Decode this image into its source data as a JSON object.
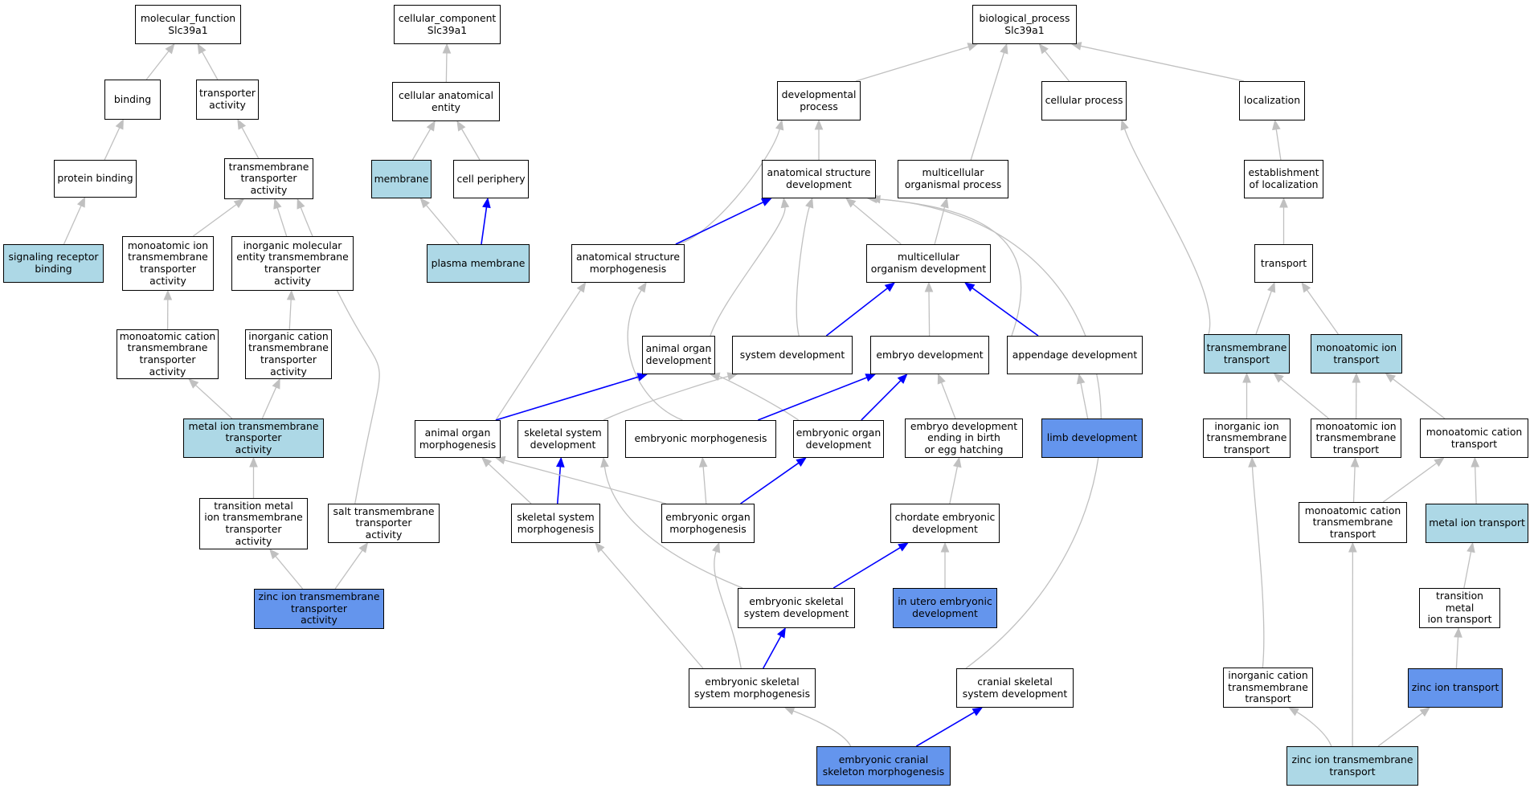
{
  "colors": {
    "none": "#ffffff",
    "light": "#add8e6",
    "dark": "#6495ed",
    "edge_gray": "#c0c0c0",
    "edge_blue": "#0000ff"
  },
  "nodes": {
    "mf_root": {
      "label": "molecular_function\nSlc39a1",
      "color": "none"
    },
    "binding": {
      "label": "binding",
      "color": "none"
    },
    "transporter_activity": {
      "label": "transporter\nactivity",
      "color": "none"
    },
    "protein_binding": {
      "label": "protein binding",
      "color": "none"
    },
    "tm_transporter_activity": {
      "label": "transmembrane\ntransporter\nactivity",
      "color": "none"
    },
    "signaling_receptor_binding": {
      "label": "signaling receptor\nbinding",
      "color": "light"
    },
    "monoatomic_ion_tta": {
      "label": "monoatomic ion\ntransmembrane\ntransporter\nactivity",
      "color": "none"
    },
    "inorganic_molecular_tta": {
      "label": "inorganic molecular\nentity transmembrane\ntransporter\nactivity",
      "color": "none"
    },
    "monoatomic_cation_tta": {
      "label": "monoatomic cation\ntransmembrane\ntransporter\nactivity",
      "color": "none"
    },
    "inorganic_cation_tta": {
      "label": "inorganic cation\ntransmembrane\ntransporter\nactivity",
      "color": "none"
    },
    "metal_ion_tta": {
      "label": "metal ion transmembrane\ntransporter\nactivity",
      "color": "light"
    },
    "transition_metal_tta": {
      "label": "transition metal\nion transmembrane\ntransporter\nactivity",
      "color": "none"
    },
    "salt_tta": {
      "label": "salt transmembrane\ntransporter\nactivity",
      "color": "none"
    },
    "zinc_ion_tta": {
      "label": "zinc ion transmembrane\ntransporter\nactivity",
      "color": "dark"
    },
    "cc_root": {
      "label": "cellular_component\nSlc39a1",
      "color": "none"
    },
    "cellular_anatomical_entity": {
      "label": "cellular anatomical\nentity",
      "color": "none"
    },
    "membrane": {
      "label": "membrane",
      "color": "light"
    },
    "cell_periphery": {
      "label": "cell periphery",
      "color": "none"
    },
    "plasma_membrane": {
      "label": "plasma membrane",
      "color": "light"
    },
    "bp_root": {
      "label": "biological_process\nSlc39a1",
      "color": "none"
    },
    "developmental_process": {
      "label": "developmental\nprocess",
      "color": "none"
    },
    "cellular_process": {
      "label": "cellular process",
      "color": "none"
    },
    "localization": {
      "label": "localization",
      "color": "none"
    },
    "anatomical_structure_development": {
      "label": "anatomical structure\ndevelopment",
      "color": "none"
    },
    "multicellular_organismal_process": {
      "label": "multicellular\norganismal process",
      "color": "none"
    },
    "establishment_of_localization": {
      "label": "establishment\nof localization",
      "color": "none"
    },
    "anatomical_structure_morphogenesis": {
      "label": "anatomical structure\nmorphogenesis",
      "color": "none"
    },
    "multicellular_organism_development": {
      "label": "multicellular\norganism development",
      "color": "none"
    },
    "transport": {
      "label": "transport",
      "color": "none"
    },
    "animal_organ_development": {
      "label": "animal organ\ndevelopment",
      "color": "none"
    },
    "system_development": {
      "label": "system development",
      "color": "none"
    },
    "embryo_development": {
      "label": "embryo development",
      "color": "none"
    },
    "appendage_development": {
      "label": "appendage development",
      "color": "none"
    },
    "transmembrane_transport": {
      "label": "transmembrane\ntransport",
      "color": "light"
    },
    "monoatomic_ion_transport": {
      "label": "monoatomic ion\ntransport",
      "color": "light"
    },
    "animal_organ_morphogenesis": {
      "label": "animal organ\nmorphogenesis",
      "color": "none"
    },
    "skeletal_system_development": {
      "label": "skeletal system\ndevelopment",
      "color": "none"
    },
    "embryonic_morphogenesis": {
      "label": "embryonic morphogenesis",
      "color": "none"
    },
    "embryonic_organ_development": {
      "label": "embryonic organ\ndevelopment",
      "color": "none"
    },
    "embryo_dev_ending_birth": {
      "label": "embryo development\nending in birth\nor egg hatching",
      "color": "none"
    },
    "limb_development": {
      "label": "limb development",
      "color": "dark"
    },
    "inorganic_ion_tm_transport": {
      "label": "inorganic ion\ntransmembrane\ntransport",
      "color": "none"
    },
    "monoatomic_ion_tm_transport": {
      "label": "monoatomic ion\ntransmembrane\ntransport",
      "color": "none"
    },
    "monoatomic_cation_transport": {
      "label": "monoatomic cation\ntransport",
      "color": "none"
    },
    "skeletal_system_morphogenesis": {
      "label": "skeletal system\nmorphogenesis",
      "color": "none"
    },
    "embryonic_organ_morphogenesis": {
      "label": "embryonic organ\nmorphogenesis",
      "color": "none"
    },
    "chordate_embryonic_development": {
      "label": "chordate embryonic\ndevelopment",
      "color": "none"
    },
    "monoatomic_cation_tm_transport": {
      "label": "monoatomic cation\ntransmembrane\ntransport",
      "color": "none"
    },
    "metal_ion_transport": {
      "label": "metal ion transport",
      "color": "light"
    },
    "embryonic_skeletal_system_development": {
      "label": "embryonic skeletal\nsystem development",
      "color": "none"
    },
    "in_utero_embryonic_development": {
      "label": "in utero embryonic\ndevelopment",
      "color": "dark"
    },
    "transition_metal_ion_transport": {
      "label": "transition metal\nion transport",
      "color": "none"
    },
    "embryonic_skeletal_system_morphogenesis": {
      "label": "embryonic skeletal\nsystem morphogenesis",
      "color": "none"
    },
    "cranial_skeletal_system_development": {
      "label": "cranial skeletal\nsystem development",
      "color": "none"
    },
    "inorganic_cation_tm_transport": {
      "label": "inorganic cation\ntransmembrane\ntransport",
      "color": "none"
    },
    "zinc_ion_transport": {
      "label": "zinc ion transport",
      "color": "dark"
    },
    "embryonic_cranial_skeleton_morphogenesis": {
      "label": "embryonic cranial\nskeleton morphogenesis",
      "color": "dark"
    },
    "zinc_ion_tm_transport": {
      "label": "zinc ion transmembrane\ntransport",
      "color": "light"
    }
  },
  "edges": [
    {
      "from": "binding",
      "to": "mf_root",
      "color": "gray"
    },
    {
      "from": "transporter_activity",
      "to": "mf_root",
      "color": "gray"
    },
    {
      "from": "protein_binding",
      "to": "binding",
      "color": "gray"
    },
    {
      "from": "tm_transporter_activity",
      "to": "transporter_activity",
      "color": "gray"
    },
    {
      "from": "signaling_receptor_binding",
      "to": "protein_binding",
      "color": "gray"
    },
    {
      "from": "monoatomic_ion_tta",
      "to": "tm_transporter_activity",
      "color": "gray"
    },
    {
      "from": "inorganic_molecular_tta",
      "to": "tm_transporter_activity",
      "color": "gray"
    },
    {
      "from": "monoatomic_cation_tta",
      "to": "monoatomic_ion_tta",
      "color": "gray"
    },
    {
      "from": "inorganic_cation_tta",
      "to": "inorganic_molecular_tta",
      "color": "gray"
    },
    {
      "from": "metal_ion_tta",
      "to": "monoatomic_cation_tta",
      "color": "gray"
    },
    {
      "from": "metal_ion_tta",
      "to": "inorganic_cation_tta",
      "color": "gray"
    },
    {
      "from": "transition_metal_tta",
      "to": "metal_ion_tta",
      "color": "gray"
    },
    {
      "from": "salt_tta",
      "to": "tm_transporter_activity",
      "color": "gray"
    },
    {
      "from": "zinc_ion_tta",
      "to": "transition_metal_tta",
      "color": "gray"
    },
    {
      "from": "zinc_ion_tta",
      "to": "salt_tta",
      "color": "gray"
    },
    {
      "from": "cellular_anatomical_entity",
      "to": "cc_root",
      "color": "gray"
    },
    {
      "from": "membrane",
      "to": "cellular_anatomical_entity",
      "color": "gray"
    },
    {
      "from": "cell_periphery",
      "to": "cellular_anatomical_entity",
      "color": "gray"
    },
    {
      "from": "plasma_membrane",
      "to": "membrane",
      "color": "gray"
    },
    {
      "from": "plasma_membrane",
      "to": "cell_periphery",
      "color": "blue"
    },
    {
      "from": "developmental_process",
      "to": "bp_root",
      "color": "gray"
    },
    {
      "from": "multicellular_organismal_process",
      "to": "bp_root",
      "color": "gray"
    },
    {
      "from": "cellular_process",
      "to": "bp_root",
      "color": "gray"
    },
    {
      "from": "localization",
      "to": "bp_root",
      "color": "gray"
    },
    {
      "from": "anatomical_structure_development",
      "to": "developmental_process",
      "color": "gray"
    },
    {
      "from": "anatomical_structure_morphogenesis",
      "to": "developmental_process",
      "color": "gray"
    },
    {
      "from": "establishment_of_localization",
      "to": "localization",
      "color": "gray"
    },
    {
      "from": "transport",
      "to": "establishment_of_localization",
      "color": "gray"
    },
    {
      "from": "anatomical_structure_morphogenesis",
      "to": "anatomical_structure_development",
      "color": "blue"
    },
    {
      "from": "multicellular_organism_development",
      "to": "anatomical_structure_development",
      "color": "gray"
    },
    {
      "from": "multicellular_organism_development",
      "to": "multicellular_organismal_process",
      "color": "gray"
    },
    {
      "from": "animal_organ_development",
      "to": "anatomical_structure_development",
      "color": "gray"
    },
    {
      "from": "system_development",
      "to": "anatomical_structure_development",
      "color": "gray"
    },
    {
      "from": "appendage_development",
      "to": "anatomical_structure_development",
      "color": "gray"
    },
    {
      "from": "cranial_skeletal_system_development",
      "to": "anatomical_structure_development",
      "color": "gray"
    },
    {
      "from": "system_development",
      "to": "multicellular_organism_development",
      "color": "blue"
    },
    {
      "from": "embryo_development",
      "to": "multicellular_organism_development",
      "color": "gray"
    },
    {
      "from": "appendage_development",
      "to": "multicellular_organism_development",
      "color": "blue"
    },
    {
      "from": "transmembrane_transport",
      "to": "transport",
      "color": "gray"
    },
    {
      "from": "monoatomic_ion_transport",
      "to": "transport",
      "color": "gray"
    },
    {
      "from": "transmembrane_transport",
      "to": "cellular_process",
      "color": "gray"
    },
    {
      "from": "animal_organ_morphogenesis",
      "to": "anatomical_structure_morphogenesis",
      "color": "gray"
    },
    {
      "from": "embryonic_morphogenesis",
      "to": "anatomical_structure_morphogenesis",
      "color": "gray"
    },
    {
      "from": "animal_organ_morphogenesis",
      "to": "animal_organ_development",
      "color": "blue"
    },
    {
      "from": "skeletal_system_development",
      "to": "system_development",
      "color": "gray"
    },
    {
      "from": "embryonic_organ_development",
      "to": "animal_organ_development",
      "color": "gray"
    },
    {
      "from": "embryonic_morphogenesis",
      "to": "embryo_development",
      "color": "blue"
    },
    {
      "from": "embryonic_organ_development",
      "to": "embryo_development",
      "color": "blue"
    },
    {
      "from": "embryo_dev_ending_birth",
      "to": "embryo_development",
      "color": "gray"
    },
    {
      "from": "limb_development",
      "to": "appendage_development",
      "color": "gray"
    },
    {
      "from": "inorganic_ion_tm_transport",
      "to": "transmembrane_transport",
      "color": "gray"
    },
    {
      "from": "monoatomic_ion_tm_transport",
      "to": "transmembrane_transport",
      "color": "gray"
    },
    {
      "from": "monoatomic_ion_tm_transport",
      "to": "monoatomic_ion_transport",
      "color": "gray"
    },
    {
      "from": "monoatomic_cation_transport",
      "to": "monoatomic_ion_transport",
      "color": "gray"
    },
    {
      "from": "skeletal_system_morphogenesis",
      "to": "animal_organ_morphogenesis",
      "color": "gray"
    },
    {
      "from": "skeletal_system_morphogenesis",
      "to": "skeletal_system_development",
      "color": "blue"
    },
    {
      "from": "embryonic_organ_morphogenesis",
      "to": "animal_organ_morphogenesis",
      "color": "gray"
    },
    {
      "from": "embryonic_organ_morphogenesis",
      "to": "embryonic_morphogenesis",
      "color": "gray"
    },
    {
      "from": "embryonic_organ_morphogenesis",
      "to": "embryonic_organ_development",
      "color": "blue"
    },
    {
      "from": "chordate_embryonic_development",
      "to": "embryo_dev_ending_birth",
      "color": "gray"
    },
    {
      "from": "monoatomic_cation_tm_transport",
      "to": "monoatomic_ion_tm_transport",
      "color": "gray"
    },
    {
      "from": "monoatomic_cation_tm_transport",
      "to": "monoatomic_cation_transport",
      "color": "gray"
    },
    {
      "from": "metal_ion_transport",
      "to": "monoatomic_cation_transport",
      "color": "gray"
    },
    {
      "from": "embryonic_skeletal_system_development",
      "to": "skeletal_system_development",
      "color": "gray"
    },
    {
      "from": "embryonic_skeletal_system_development",
      "to": "chordate_embryonic_development",
      "color": "blue"
    },
    {
      "from": "in_utero_embryonic_development",
      "to": "chordate_embryonic_development",
      "color": "gray"
    },
    {
      "from": "transition_metal_ion_transport",
      "to": "metal_ion_transport",
      "color": "gray"
    },
    {
      "from": "embryonic_skeletal_system_morphogenesis",
      "to": "skeletal_system_morphogenesis",
      "color": "gray"
    },
    {
      "from": "embryonic_skeletal_system_morphogenesis",
      "to": "embryonic_organ_morphogenesis",
      "color": "gray"
    },
    {
      "from": "embryonic_skeletal_system_morphogenesis",
      "to": "embryonic_skeletal_system_development",
      "color": "blue"
    },
    {
      "from": "inorganic_cation_tm_transport",
      "to": "inorganic_ion_tm_transport",
      "color": "gray"
    },
    {
      "from": "zinc_ion_transport",
      "to": "transition_metal_ion_transport",
      "color": "gray"
    },
    {
      "from": "embryonic_cranial_skeleton_morphogenesis",
      "to": "embryonic_skeletal_system_morphogenesis",
      "color": "gray"
    },
    {
      "from": "embryonic_cranial_skeleton_morphogenesis",
      "to": "cranial_skeletal_system_development",
      "color": "blue"
    },
    {
      "from": "zinc_ion_tm_transport",
      "to": "inorganic_cation_tm_transport",
      "color": "gray"
    },
    {
      "from": "zinc_ion_tm_transport",
      "to": "monoatomic_cation_tm_transport",
      "color": "gray"
    },
    {
      "from": "zinc_ion_tm_transport",
      "to": "zinc_ion_transport",
      "color": "gray"
    }
  ]
}
